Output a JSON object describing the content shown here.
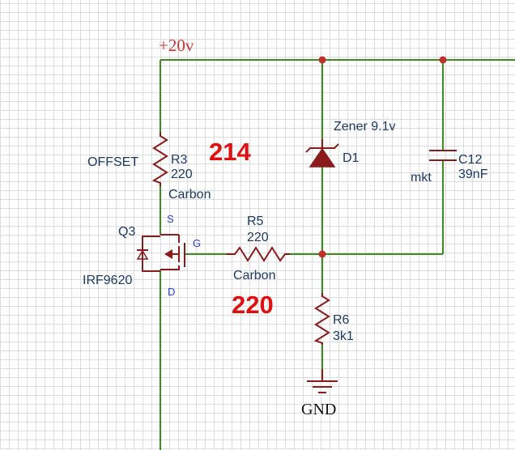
{
  "colors": {
    "wire": "#3c8c1e",
    "component": "#8b1a1a",
    "junction": "#c0302a",
    "label_dark": "#1a3a66",
    "pin_label": "#2a3fd8",
    "annotation_red": "#e01010",
    "supply_label": "#cc3333",
    "grid": "#dcdcdc"
  },
  "supply": {
    "label": "+20v"
  },
  "ground": {
    "label": "GND"
  },
  "r3": {
    "ref": "R3",
    "value": "220",
    "type": "Carbon",
    "label": "OFFSET"
  },
  "q3": {
    "ref": "Q3",
    "part": "IRF9620",
    "pin_s": "S",
    "pin_g": "G",
    "pin_d": "D"
  },
  "r5": {
    "ref": "R5",
    "value": "220",
    "type": "Carbon"
  },
  "d1": {
    "ref": "D1",
    "value": "Zener 9.1v"
  },
  "c12": {
    "ref": "C12",
    "value": "39nF",
    "type": "mkt"
  },
  "r6": {
    "ref": "R6",
    "value": "3k1"
  },
  "annotations": {
    "r3_measured": "214",
    "r5_measured": "220"
  }
}
